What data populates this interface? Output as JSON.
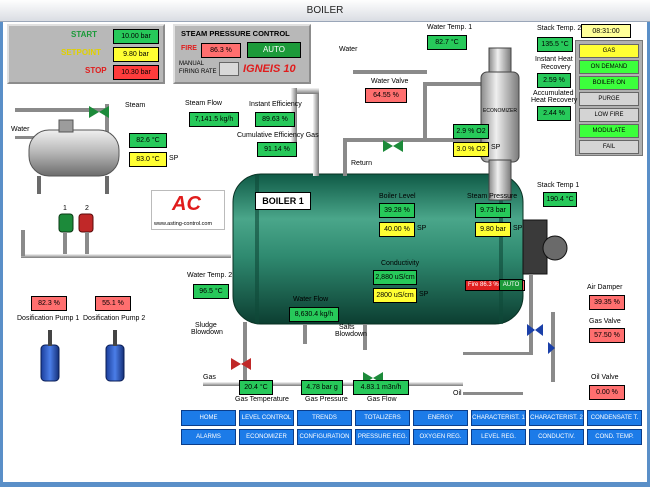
{
  "window": {
    "title": "BOILER"
  },
  "control_panel": {
    "start_label": "START",
    "start_value": "10.00 bar",
    "setpoint_label": "SETPOINT",
    "setpoint_value": "9.80 bar",
    "stop_label": "STOP",
    "stop_value": "10.30 bar"
  },
  "steam_control": {
    "title": "STEAM PRESSURE CONTROL",
    "fire_label": "FIRE",
    "fire_value": "86.3 %",
    "auto_label": "AUTO",
    "manual_label_1": "MANUAL",
    "manual_label_2": "FIRING RATE",
    "brand": "IGNEIS 10"
  },
  "clock": "08:31:00",
  "status_lights": [
    {
      "label": "GAS",
      "color": "#ffff33"
    },
    {
      "label": "ON DEMAND",
      "color": "#3cff3c"
    },
    {
      "label": "BOILER ON",
      "color": "#3cff3c"
    },
    {
      "label": "PURGE",
      "color": "#d4d4d4"
    },
    {
      "label": "LOW FIRE",
      "color": "#d4d4d4"
    },
    {
      "label": "MODULATE",
      "color": "#3cff3c"
    },
    {
      "label": "FAIL",
      "color": "#d4d4d4"
    }
  ],
  "labels": {
    "water_left": "Water",
    "steam_left": "Steam",
    "steam_flow": "Steam Flow",
    "instant_eff": "Instant Efficiency",
    "cum_eff": "Cumulative Efficiency Gas",
    "water_valve": "Water Valve",
    "water_temp1": "Water Temp. 1",
    "water_top": "Water",
    "stack_temp2": "Stack Temp. 2",
    "instant_heat": "Instant Heat",
    "recovery": "Recovery",
    "accum_heat": "Accumulated",
    "heat_recovery": "Heat Recovery",
    "economizer": "ECONOMIZER",
    "return": "Return",
    "boiler_level": "Boiler Level",
    "steam_pressure": "Steam Pressure",
    "stack_temp1": "Stack Temp 1",
    "conductivity": "Conductivity",
    "water_temp2": "Water Temp. 2",
    "water_flow": "Water Flow",
    "sludge_1": "Sludge",
    "sludge_2": "Blowdown",
    "salts_1": "Salts",
    "salts_2": "Blowdown",
    "gas": "Gas",
    "oil": "Oil",
    "air_damper": "Air Damper",
    "gas_valve": "Gas Valve",
    "oil_valve": "Oil Valve",
    "gas_temperature": "Gas Temperature",
    "gas_pressure": "Gas Pressure",
    "gas_flow": "Gas Flow",
    "dos_pump1": "Dosification Pump 1",
    "dos_pump2": "Dosification Pump 2",
    "pump_num1": "1",
    "pump_num2": "2",
    "sp": "SP",
    "boiler_name": "BOILER 1",
    "logo_text": "AC",
    "logo_url": "www.asting-control.com",
    "fire_bar": "Fire 86.3 %",
    "fire_auto": "AUTO"
  },
  "values": {
    "tank_temp": "82.6 °C",
    "tank_sp": "83.0 °C",
    "steam_flow": "7,141.5 kg/h",
    "instant_eff": "89.63 %",
    "cum_eff": "91.14 %",
    "water_valve": "64.55 %",
    "water_temp1": "82.7 °C",
    "stack_temp2": "135.5 °C",
    "instant_heat": "2.59 %",
    "accum_heat": "2.44 %",
    "o2": "2.9 % O2",
    "o2_sp": "3.0 % O2",
    "boiler_level": "39.28 %",
    "boiler_level_sp": "40.00 %",
    "steam_pressure": "9.73 bar",
    "steam_pressure_sp": "9.80 bar",
    "stack_temp1": "190.4 °C",
    "conductivity": "2,880 uS/cm",
    "conductivity_sp": "2800 uS/cm",
    "water_temp2": "96.5 °C",
    "water_flow": "8,630.4 kg/h",
    "air_damper": "39.35 %",
    "gas_valve": "57.50 %",
    "oil_valve": "0.00 %",
    "gas_temperature": "20.4 °C",
    "gas_pressure": "4.78 bar g",
    "gas_flow": "4.83.1 m3n/h",
    "dos_pump1": "82.3 %",
    "dos_pump2": "55.1 %"
  },
  "fire_fraction": 0.863,
  "nav_row1": [
    "HOME",
    "LEVEL CONTROL",
    "TRENDS",
    "TOTALIZERS",
    "ENERGY",
    "CHARACTERIST. 1",
    "CHARACTERIST. 2",
    "CONDENSATE T."
  ],
  "nav_row2": [
    "ALARMS",
    "ECONOMIZER",
    "CONFIGURATION",
    "PRESSURE REG.",
    "OXYGEN REG.",
    "LEVEL REG.",
    "CONDUCTIV. REG.",
    "COND. TEMP. REG."
  ]
}
